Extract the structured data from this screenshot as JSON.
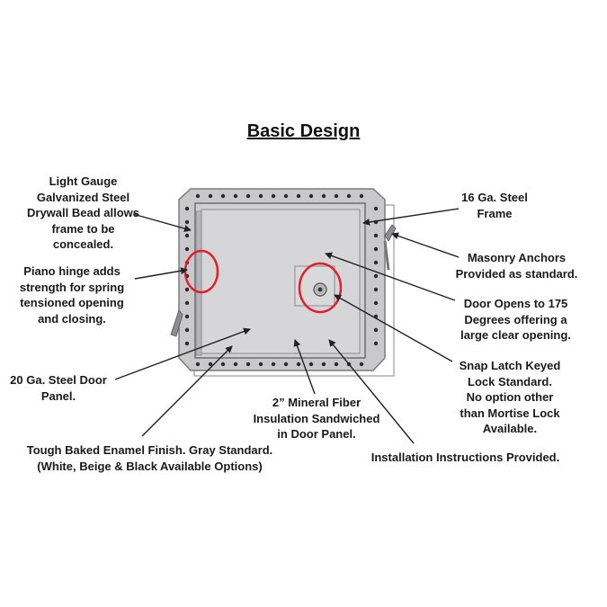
{
  "title": "Basic Design",
  "callouts": {
    "drywall_bead": [
      "Light Gauge",
      "Galvanized Steel",
      "Drywall Bead allows",
      "frame to be",
      "concealed."
    ],
    "piano_hinge": [
      "Piano hinge adds",
      "strength for spring",
      "tensioned opening",
      "and closing."
    ],
    "door_panel": [
      "20 Ga. Steel Door",
      "Panel."
    ],
    "enamel_finish": [
      "Tough Baked Enamel Finish.  Gray Standard.",
      "(White, Beige & Black Available Options)"
    ],
    "steel_frame": [
      "16 Ga. Steel",
      "Frame"
    ],
    "masonry_anchors": [
      "Masonry Anchors",
      "Provided as standard."
    ],
    "door_opens": [
      "Door Opens to 175",
      "Degrees offering a",
      "large clear opening."
    ],
    "snap_latch": [
      "Snap Latch Keyed",
      "Lock Standard.",
      "No option other",
      "than Mortise Lock",
      "Available."
    ],
    "insulation": [
      "2” Mineral Fiber",
      "Insulation Sandwiched",
      "in Door Panel."
    ],
    "installation": [
      "Installation Instructions Provided."
    ]
  },
  "colors": {
    "highlight_circle": "#e0202a",
    "panel_gray": "#d6d6d8",
    "frame_gray": "#c9c9cc",
    "text": "#1a1a1a"
  }
}
